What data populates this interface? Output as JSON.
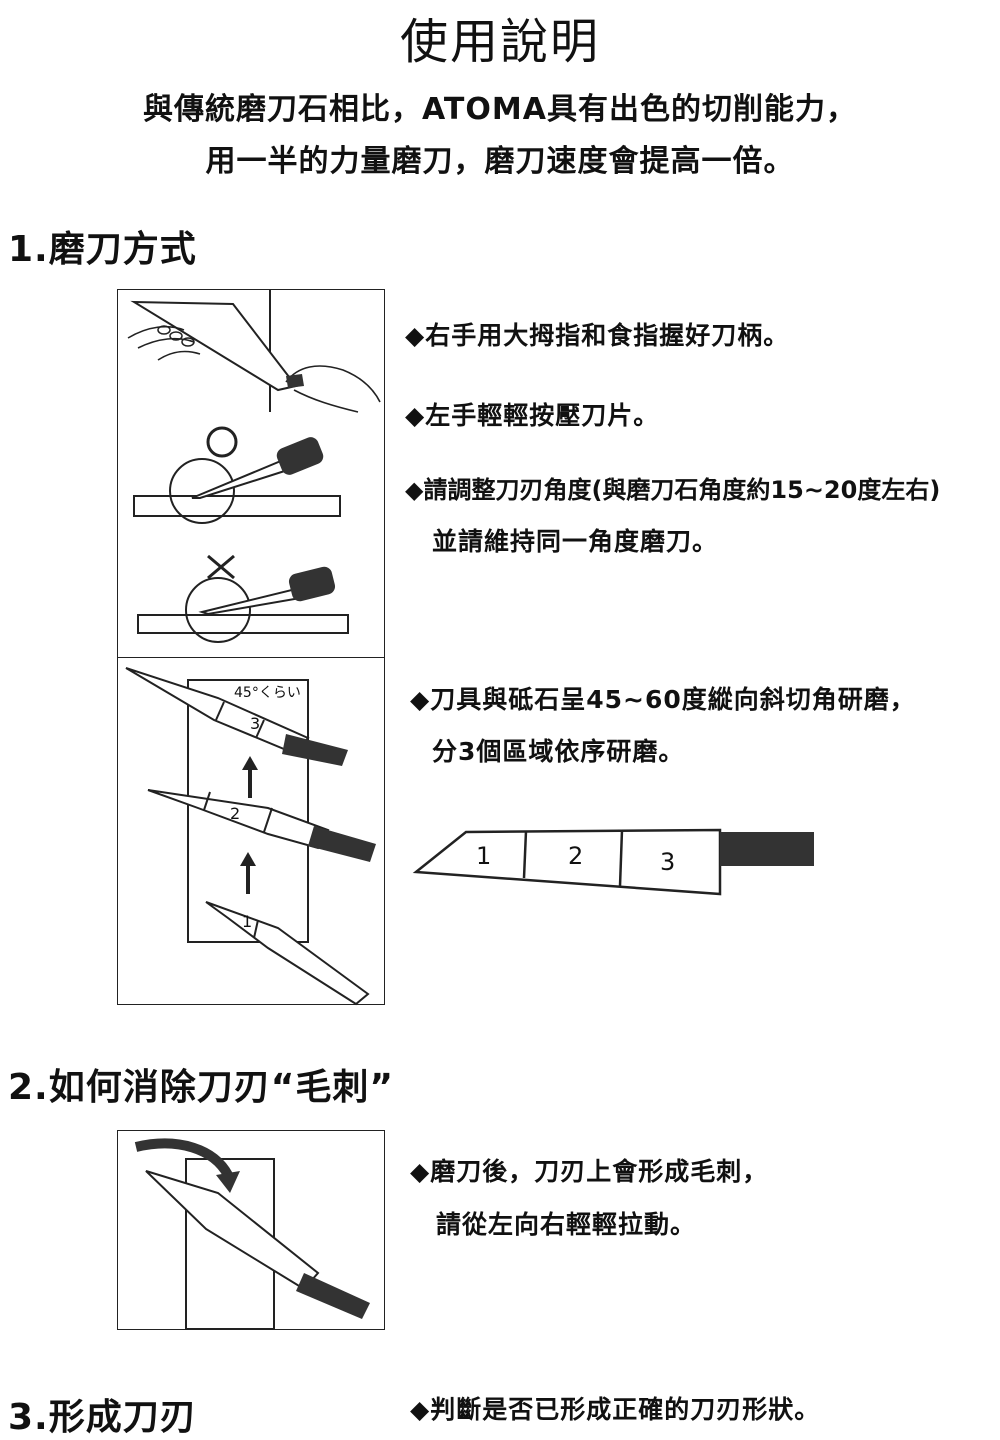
{
  "title": "使用說明",
  "intro": {
    "line1": "與傳統磨刀石相比，ATOMA具有出色的切削能力，",
    "line2": "用一半的力量磨刀，磨刀速度會提高一倍。"
  },
  "sections": [
    {
      "heading": "1.磨刀方式",
      "notes": [
        "◆右手用大拇指和食指握好刀柄。",
        "◆左手輕輕按壓刀片。",
        "◆請調整刀刃角度(與磨刀石角度約15~20度左右)",
        "並請維持同一角度磨刀。",
        "◆刀具與砥石呈45~60度縱向斜切角研磨，",
        "分3個區域依序研磨。"
      ],
      "figure_labels": {
        "ok_mark": "○",
        "ng_mark": "×",
        "angle_label": "45°くらい",
        "zones": [
          "1",
          "2",
          "3"
        ]
      }
    },
    {
      "heading": "2.如何消除刀刃“毛刺”",
      "notes": [
        "◆磨刀後，刀刃上會形成毛刺，",
        "請從左向右輕輕拉動。"
      ]
    },
    {
      "heading": "3.形成刀刃",
      "notes": [
        "◆判斷是否已形成正確的刀刃形狀。"
      ]
    }
  ],
  "colors": {
    "ink": "#111111",
    "handle": "#3a3a3a",
    "frame": "#222222"
  }
}
